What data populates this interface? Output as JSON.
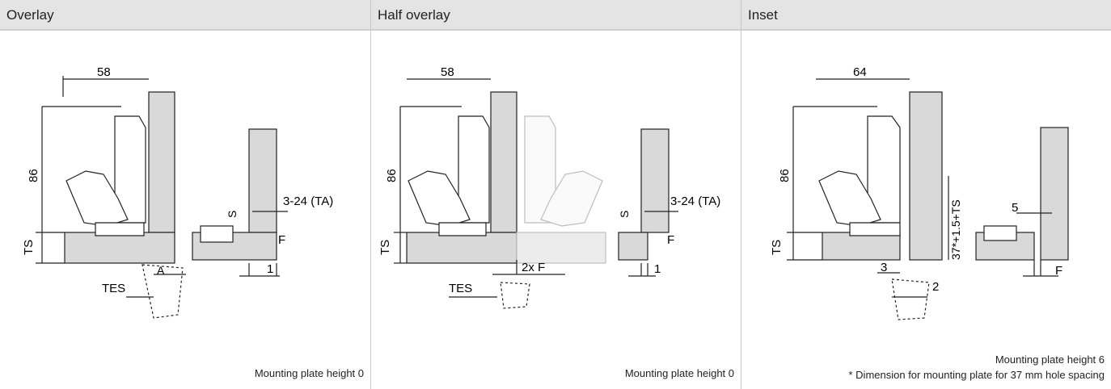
{
  "panels": [
    {
      "title": "Overlay",
      "labels": {
        "width": "58",
        "height": "86",
        "ts": "TS",
        "s": "S",
        "ta": "3-24 (TA)",
        "f": "F",
        "one": "1",
        "a": "A",
        "tes": "TES"
      },
      "footer": "Mounting plate height 0"
    },
    {
      "title": "Half overlay",
      "labels": {
        "width": "58",
        "height": "86",
        "ts": "TS",
        "s": "S",
        "ta": "3-24 (TA)",
        "f": "F",
        "one": "1",
        "twof": "2x F",
        "tes": "TES"
      },
      "footer": "Mounting plate height 0"
    },
    {
      "title": "Inset",
      "labels": {
        "width": "64",
        "height": "86",
        "ts": "TS",
        "vertical": "37*+1.5+TS",
        "five": "5",
        "three": "3",
        "two": "2",
        "f": "F"
      },
      "footer": "Mounting plate height 6",
      "footnote": "* Dimension for mounting plate for 37 mm hole spacing"
    }
  ],
  "colors": {
    "panel": "#d9d9d9",
    "stroke": "#222222",
    "ghost": "#bdbdbd"
  }
}
